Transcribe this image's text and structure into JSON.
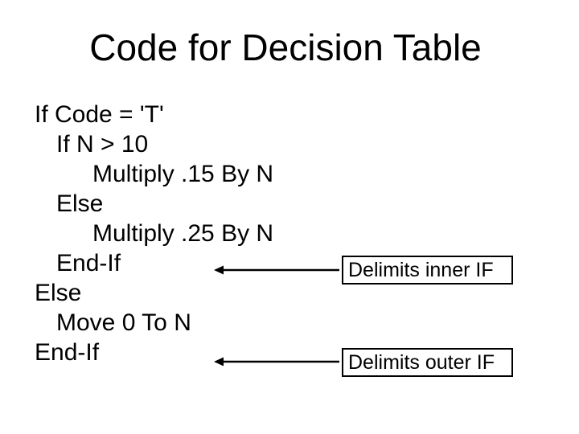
{
  "slide": {
    "title": "Code for Decision Table",
    "code_lines": [
      {
        "text": "If Code = 'T'",
        "indent": 0
      },
      {
        "text": "If N > 10",
        "indent": 1
      },
      {
        "text": "Multiply .15 By N",
        "indent": 2
      },
      {
        "text": "Else",
        "indent": 1
      },
      {
        "text": "Multiply .25 By N",
        "indent": 2
      },
      {
        "text": "End-If",
        "indent": 1
      },
      {
        "text": "Else",
        "indent": 0
      },
      {
        "text": "Move 0 To N",
        "indent": 1
      },
      {
        "text": "End-If",
        "indent": 0
      }
    ],
    "callouts": [
      {
        "label": "Delimits inner IF",
        "points_to": "inner End-If"
      },
      {
        "label": "Delimits outer IF",
        "points_to": "outer End-If"
      }
    ],
    "colors": {
      "background": "#ffffff",
      "text": "#000000",
      "box_border": "#000000",
      "arrow": "#000000"
    }
  }
}
